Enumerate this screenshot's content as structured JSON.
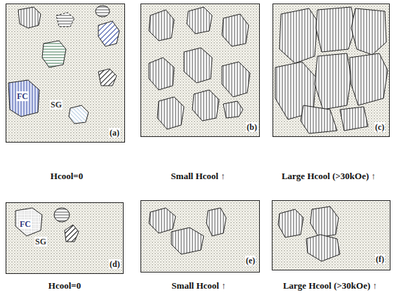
{
  "diagram": {
    "nodes": [
      {
        "text": [
          "FC",
          "SG",
          "(a)"
        ]
      },
      {
        "text": [
          "(b)"
        ]
      },
      {
        "text": [
          "(c)"
        ]
      },
      {
        "text": [
          "FC",
          "SG",
          "(d)"
        ]
      },
      {
        "text": [
          "(e)"
        ]
      },
      {
        "text": [
          "(f)"
        ]
      }
    ],
    "labels": [
      "Hcool=0",
      "Small Hcool ↑",
      "Large Hcool (>30kOe) ↑",
      "Hcool=0",
      "Small Hcool ↑",
      "Large Hcool (>30kOe) ↑"
    ]
  }
}
